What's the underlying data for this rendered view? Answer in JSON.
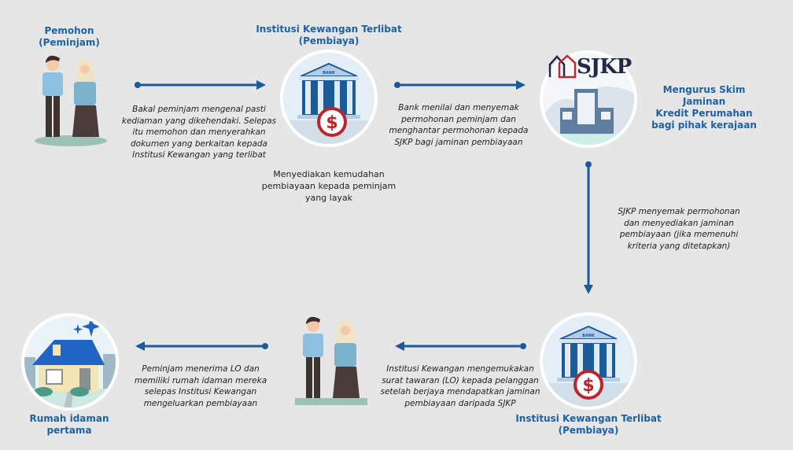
{
  "colors": {
    "background": "#e6e6e6",
    "accent": "#1d62a5",
    "arrow": "#1b5b9a",
    "dollar": "#b8262b"
  },
  "nodes": {
    "applicant": {
      "title_line1": "Pemohon",
      "title_line2": "(Peminjam)",
      "icon": "couple-illustration"
    },
    "bank_top": {
      "title_line1": "Institusi Kewangan Terlibat",
      "title_line2": "(Pembiaya)",
      "icon": "bank-illustration",
      "bank_sign": "BANK",
      "note_lines": [
        "Menyediakan kemudahan",
        "pembiayaan kepada peminjam",
        "yang layak"
      ]
    },
    "sjkp": {
      "logo_text": "SJKP",
      "icon": "sjkp-building-illustration",
      "note_lines": [
        "Mengurus Skim Jaminan",
        "Kredit Perumahan",
        "bagi pihak kerajaan"
      ]
    },
    "bank_bottom": {
      "title_line1": "Institusi Kewangan Terlibat",
      "title_line2": "(Pembiaya)",
      "icon": "bank-illustration",
      "bank_sign": "BANK"
    },
    "borrower": {
      "icon": "couple-illustration"
    },
    "house": {
      "title_line1": "Rumah idaman",
      "title_line2": "pertama",
      "icon": "house-illustration"
    }
  },
  "steps": [
    {
      "lines": [
        "Bakal peminjam mengenal pasti",
        "kediaman yang dikehendaki. Selepas",
        "itu memohon dan menyerahkan",
        "dokumen yang berkaitan kepada",
        "Institusi Kewangan yang terlibat"
      ]
    },
    {
      "lines": [
        "Bank menilai dan menyemak",
        "permohonan peminjam dan",
        "menghantar permohonan kepada",
        "SJKP bagi jaminan pembiayaan"
      ]
    },
    {
      "lines": [
        "SJKP menyemak permohonan",
        "dan menyediakan jaminan",
        "pembiayaan (jika memenuhi",
        "kriteria yang ditetapkan)"
      ]
    },
    {
      "lines": [
        "Institusi Kewangan mengemukakan",
        "surat tawaran (LO) kepada pelanggan",
        "setelah berjaya mendapatkan jaminan",
        "pembiayaan daripada SJKP"
      ]
    },
    {
      "lines": [
        "Peminjam menerima LO dan",
        "memiliki rumah idaman mereka",
        "selepas Institusi Kewangan",
        "mengeluarkan pembiayaan"
      ]
    }
  ]
}
